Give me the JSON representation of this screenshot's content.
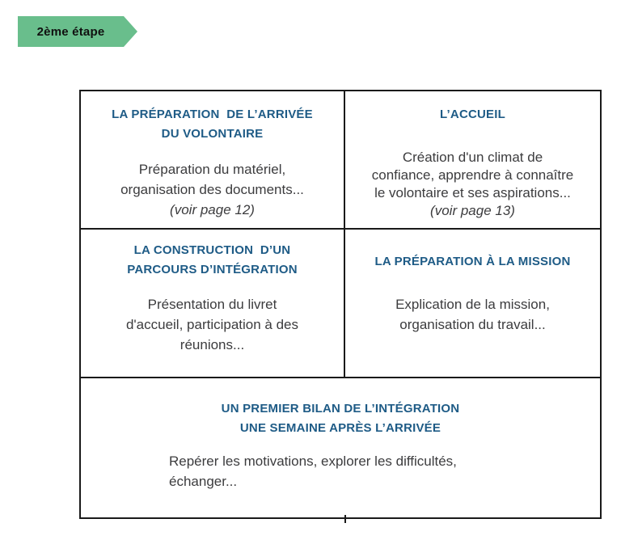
{
  "badge": {
    "label": "2ème étape",
    "color": "#69be8c"
  },
  "colors": {
    "title_blue": "#1e5b86",
    "body_gray": "#3c3c3e",
    "border_black": "#1a1a1a",
    "background": "#ffffff"
  },
  "table": {
    "cells": [
      {
        "title_lines": [
          "LA PRÉPARATION  DE L’ARRIVÉE",
          "DU VOLONTAIRE"
        ],
        "body_lines": [
          "Préparation du matériel,",
          "organisation des documents...",
          "(voir page 12)"
        ]
      },
      {
        "title_lines": [
          "L’ACCUEIL"
        ],
        "body_lines": [
          "Création d'un climat de",
          "confiance, apprendre à connaître",
          "le volontaire et ses aspirations...",
          "(voir page 13)"
        ]
      },
      {
        "title_lines": [
          "LA CONSTRUCTION  D’UN",
          "PARCOURS D’INTÉGRATION"
        ],
        "body_lines": [
          "Présentation du livret",
          "d'accueil, participation à des",
          "réunions..."
        ]
      },
      {
        "title_lines": [
          "LA PRÉPARATION À LA MISSION"
        ],
        "body_lines": [
          "Explication de la mission,",
          "organisation du travail..."
        ]
      },
      {
        "title_lines": [
          "UN PREMIER BILAN DE L’INTÉGRATION",
          "UNE SEMAINE APRÈS L’ARRIVÉE"
        ],
        "body_lines": [
          "Repérer les motivations, explorer les difficultés,",
          "échanger..."
        ]
      }
    ]
  }
}
